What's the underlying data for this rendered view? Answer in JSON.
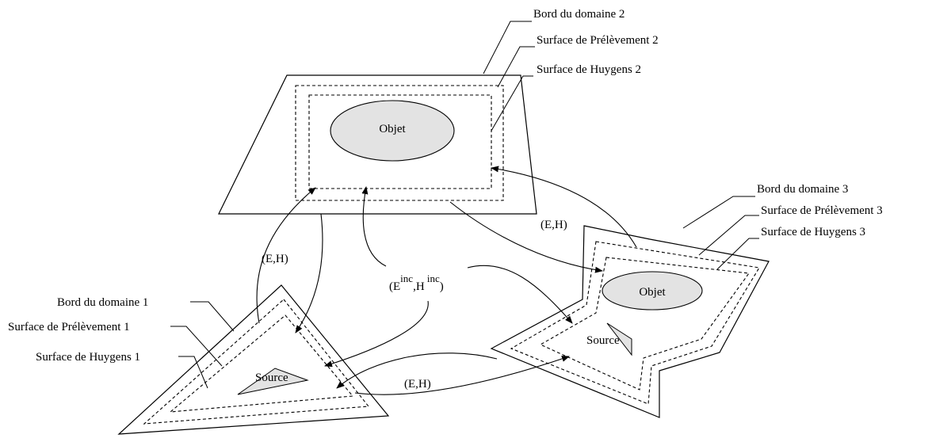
{
  "domain1": {
    "border": "Bord du domaine 1",
    "sampling": "Surface de Prélèvement 1",
    "huygens": "Surface de Huygens 1",
    "source": "Source"
  },
  "domain2": {
    "border": "Bord du domaine 2",
    "sampling": "Surface de Prélèvement 2",
    "huygens": "Surface de Huygens 2",
    "object": "Objet"
  },
  "domain3": {
    "border": "Bord du domaine 3",
    "sampling": "Surface de Prélèvement 3",
    "huygens": "Surface de Huygens 3",
    "object": "Objet",
    "source": "Source"
  },
  "fields": {
    "eh": "(E,H)",
    "inc_open": "(E",
    "inc_sup1": "inc",
    "inc_mid": ",H",
    "inc_sup2": " inc",
    "inc_close": ")"
  },
  "colors": {
    "fill_grey": "#e3e3e3",
    "stroke": "#000000"
  }
}
